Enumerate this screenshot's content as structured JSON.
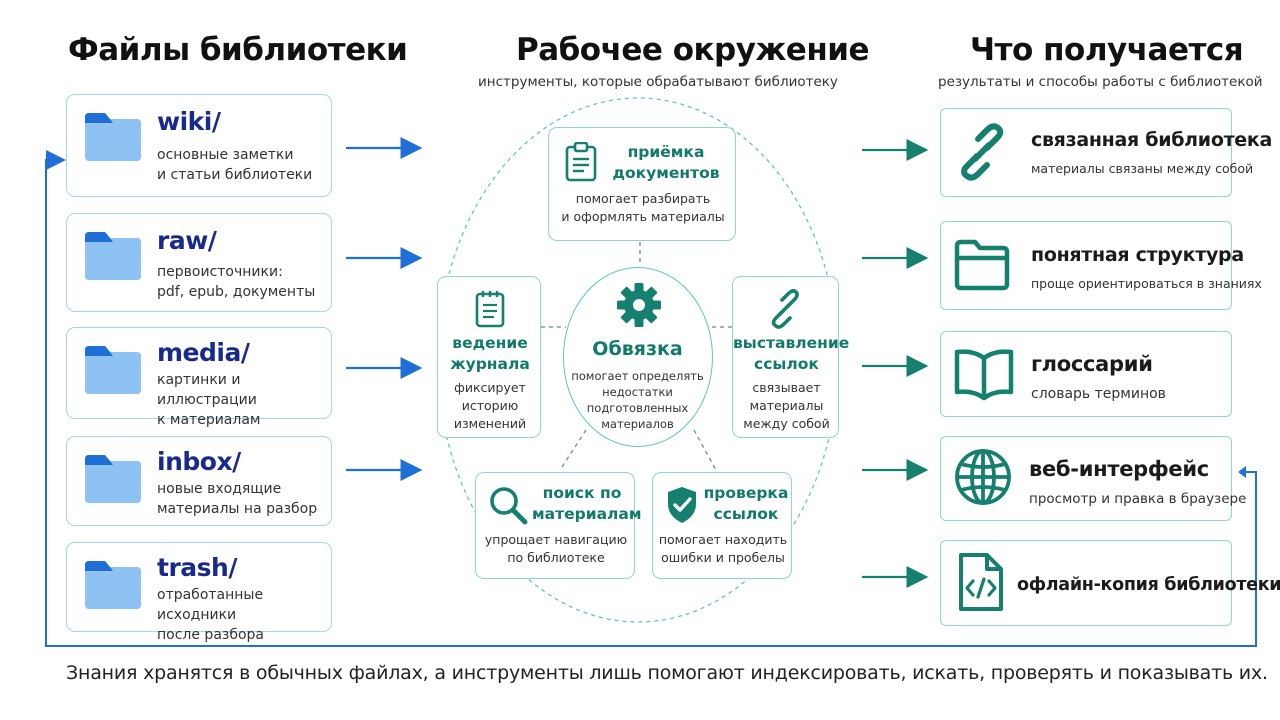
{
  "columns": {
    "library": {
      "title": "Файлы библиотеки"
    },
    "environment": {
      "title": "Рабочее окружение",
      "subtitle": "инструменты, которые обрабатывают библиотеку"
    },
    "results": {
      "title": "Что получается",
      "subtitle": "результаты и способы работы с библиотекой"
    }
  },
  "library": [
    {
      "name": "wiki/",
      "desc": "основные заметки\nи статьи библиотеки",
      "icon": "folder-icon"
    },
    {
      "name": "raw/",
      "desc": "первоисточники:\npdf, epub, документы",
      "icon": "folder-icon"
    },
    {
      "name": "media/",
      "desc": "картинки и иллюстрации\nк материалам",
      "icon": "folder-icon"
    },
    {
      "name": "inbox/",
      "desc": "новые входящие\nматериалы на разбор",
      "icon": "folder-icon"
    },
    {
      "name": "trash/",
      "desc": "отработанные исходники\nпосле разбора",
      "icon": "folder-icon"
    }
  ],
  "tools": {
    "intake": {
      "name": "приёмка\nдокументов",
      "desc": "помогает разбирать\nи оформлять материалы",
      "icon": "clipboard-icon"
    },
    "journal": {
      "name": "ведение\nжурнала",
      "desc": "фиксирует\nисторию\nизменений",
      "icon": "notepad-icon"
    },
    "core": {
      "name": "Обвязка",
      "desc": "помогает определять\nнедостатки\nподготовленных\nматериалов",
      "icon": "gear-icon"
    },
    "linking": {
      "name": "выставление\nссылок",
      "desc": "связывает\nматериалы\nмежду собой",
      "icon": "link-icon"
    },
    "search": {
      "name": "поиск по\nматериалам",
      "desc": "упрощает навигацию\nпо библиотеке",
      "icon": "search-icon"
    },
    "checklinks": {
      "name": "проверка\nссылок",
      "desc": "помогает находить\nошибки и пробелы",
      "icon": "shield-check-icon"
    }
  },
  "results": [
    {
      "title": "связанная библиотека",
      "desc": "материалы связаны между собой",
      "icon": "link-icon"
    },
    {
      "title": "понятная структура",
      "desc": "проще ориентироваться в знаниях",
      "icon": "folder-outline-icon"
    },
    {
      "title": "глоссарий",
      "desc": "словарь терминов",
      "icon": "book-icon"
    },
    {
      "title": "веб-интерфейс",
      "desc": "просмотр и правка в браузере",
      "icon": "globe-icon"
    },
    {
      "title": "офлайн-копия библиотеки",
      "desc": "",
      "icon": "code-file-icon"
    }
  ],
  "footer": "Знания хранятся в обычных файлах, а инструменты лишь помогают индексировать, искать, проверять и показывать их.",
  "colors": {
    "blue": "#1f6fd6",
    "teal": "#14806d",
    "card_blue_border": "#a6d4f0",
    "card_teal_border": "#8fd6d0"
  }
}
